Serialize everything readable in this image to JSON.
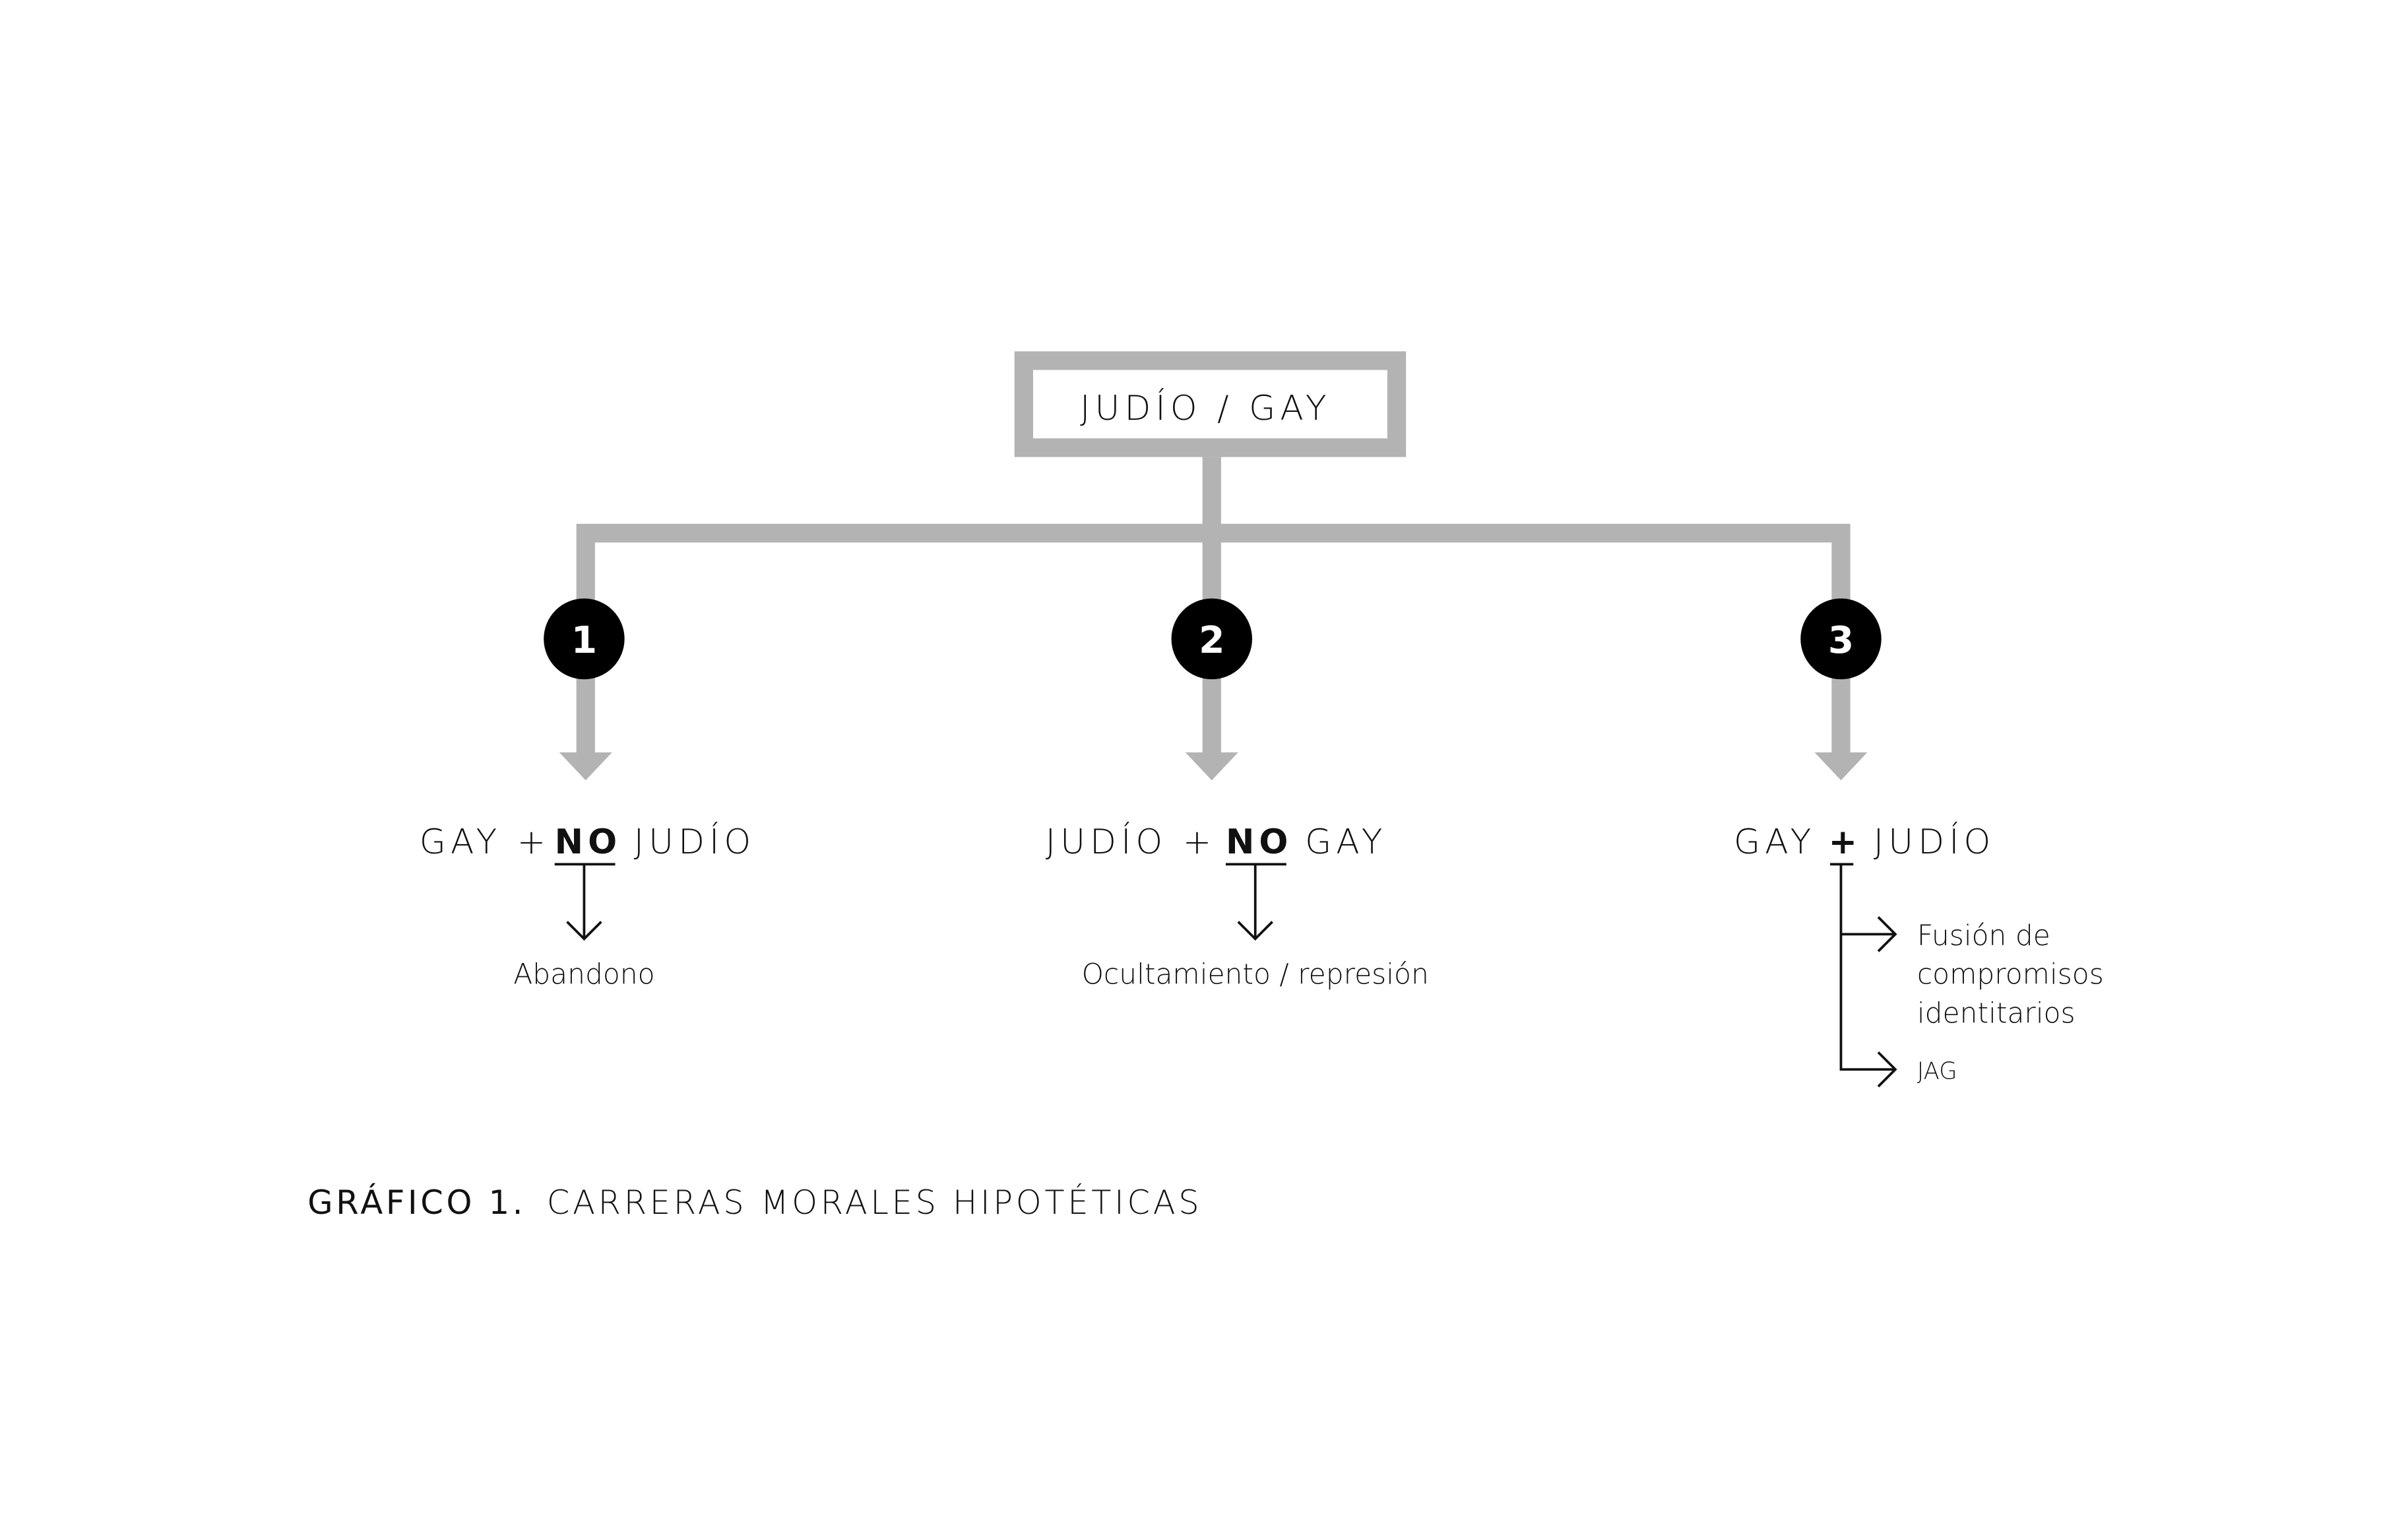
{
  "root": {
    "label": "JUDÍO / GAY"
  },
  "branches": [
    {
      "number": "1",
      "left": "GAY +",
      "neg": "NO",
      "right": "JUDÍO",
      "outcome": "Abandono"
    },
    {
      "number": "2",
      "left": "JUDÍO +",
      "neg": "NO",
      "right": "GAY",
      "outcome": "Ocultamiento / represión"
    },
    {
      "number": "3",
      "left": "GAY",
      "plus": "+",
      "right": "JUDÍO",
      "outcomes": [
        "Fusión de",
        "compromisos",
        "identitarios",
        "JAG"
      ]
    }
  ],
  "caption": {
    "label": "GRÁFICO 1.",
    "title": "CARRERAS MORALES HIPOTÉTICAS"
  },
  "colors": {
    "connector": "#b3b3b3",
    "circle": "#000000",
    "text": "#111111"
  }
}
